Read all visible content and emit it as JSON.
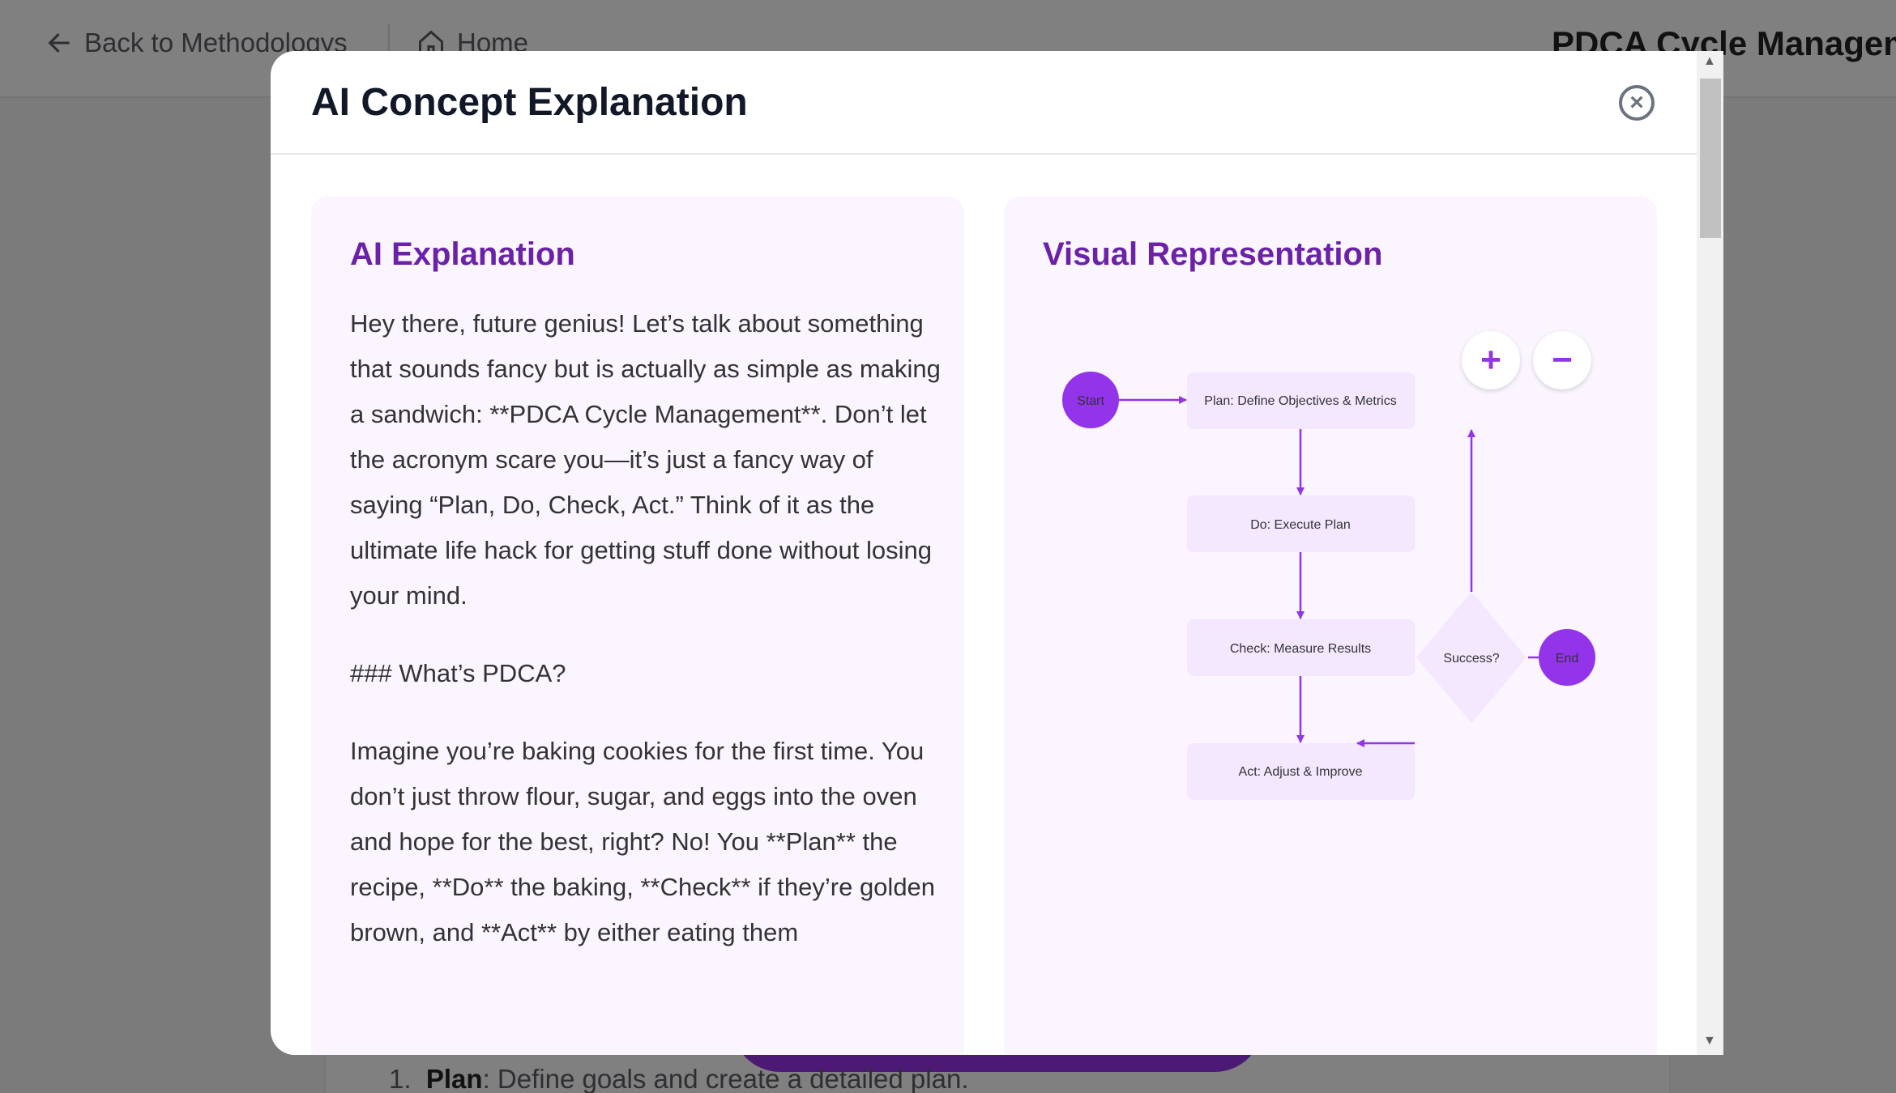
{
  "nav": {
    "back_label": "Back to Methodologys",
    "home_label": "Home",
    "page_title": "PDCA Cycle Management"
  },
  "background": {
    "list_number": "1.",
    "list_bold": "Plan",
    "list_text": ": Define goals and create a detailed plan."
  },
  "modal": {
    "title": "AI Concept Explanation",
    "close_icon": "circle-x-icon",
    "explanation": {
      "heading": "AI Explanation",
      "paragraphs": [
        "Hey there, future genius! Let’s talk about something that sounds fancy but is actually as simple as making a sandwich: **PDCA Cycle Management**. Don’t let the acronym scare you—it’s just a fancy way of saying “Plan, Do, Check, Act.” Think of it as the ultimate life hack for getting stuff done without losing your mind.",
        "### What’s PDCA?",
        "Imagine you’re baking cookies for the first time. You don’t just throw flour, sugar, and eggs into the oven and hope for the best, right? No! You **Plan** the recipe, **Do** the baking, **Check** if they’re golden brown, and **Act** by either eating them"
      ]
    },
    "visual": {
      "heading": "Visual Representation",
      "zoom_in": "+",
      "zoom_out": "−",
      "nodes": {
        "start": "Start",
        "plan": "Plan: Define Objectives & Metrics",
        "do": "Do: Execute Plan",
        "check": "Check: Measure Results",
        "act": "Act: Adjust & Improve",
        "decision": "Success?",
        "end": "End"
      },
      "colors": {
        "accent": "#9333ea",
        "node": "#f3e8ff"
      }
    }
  }
}
